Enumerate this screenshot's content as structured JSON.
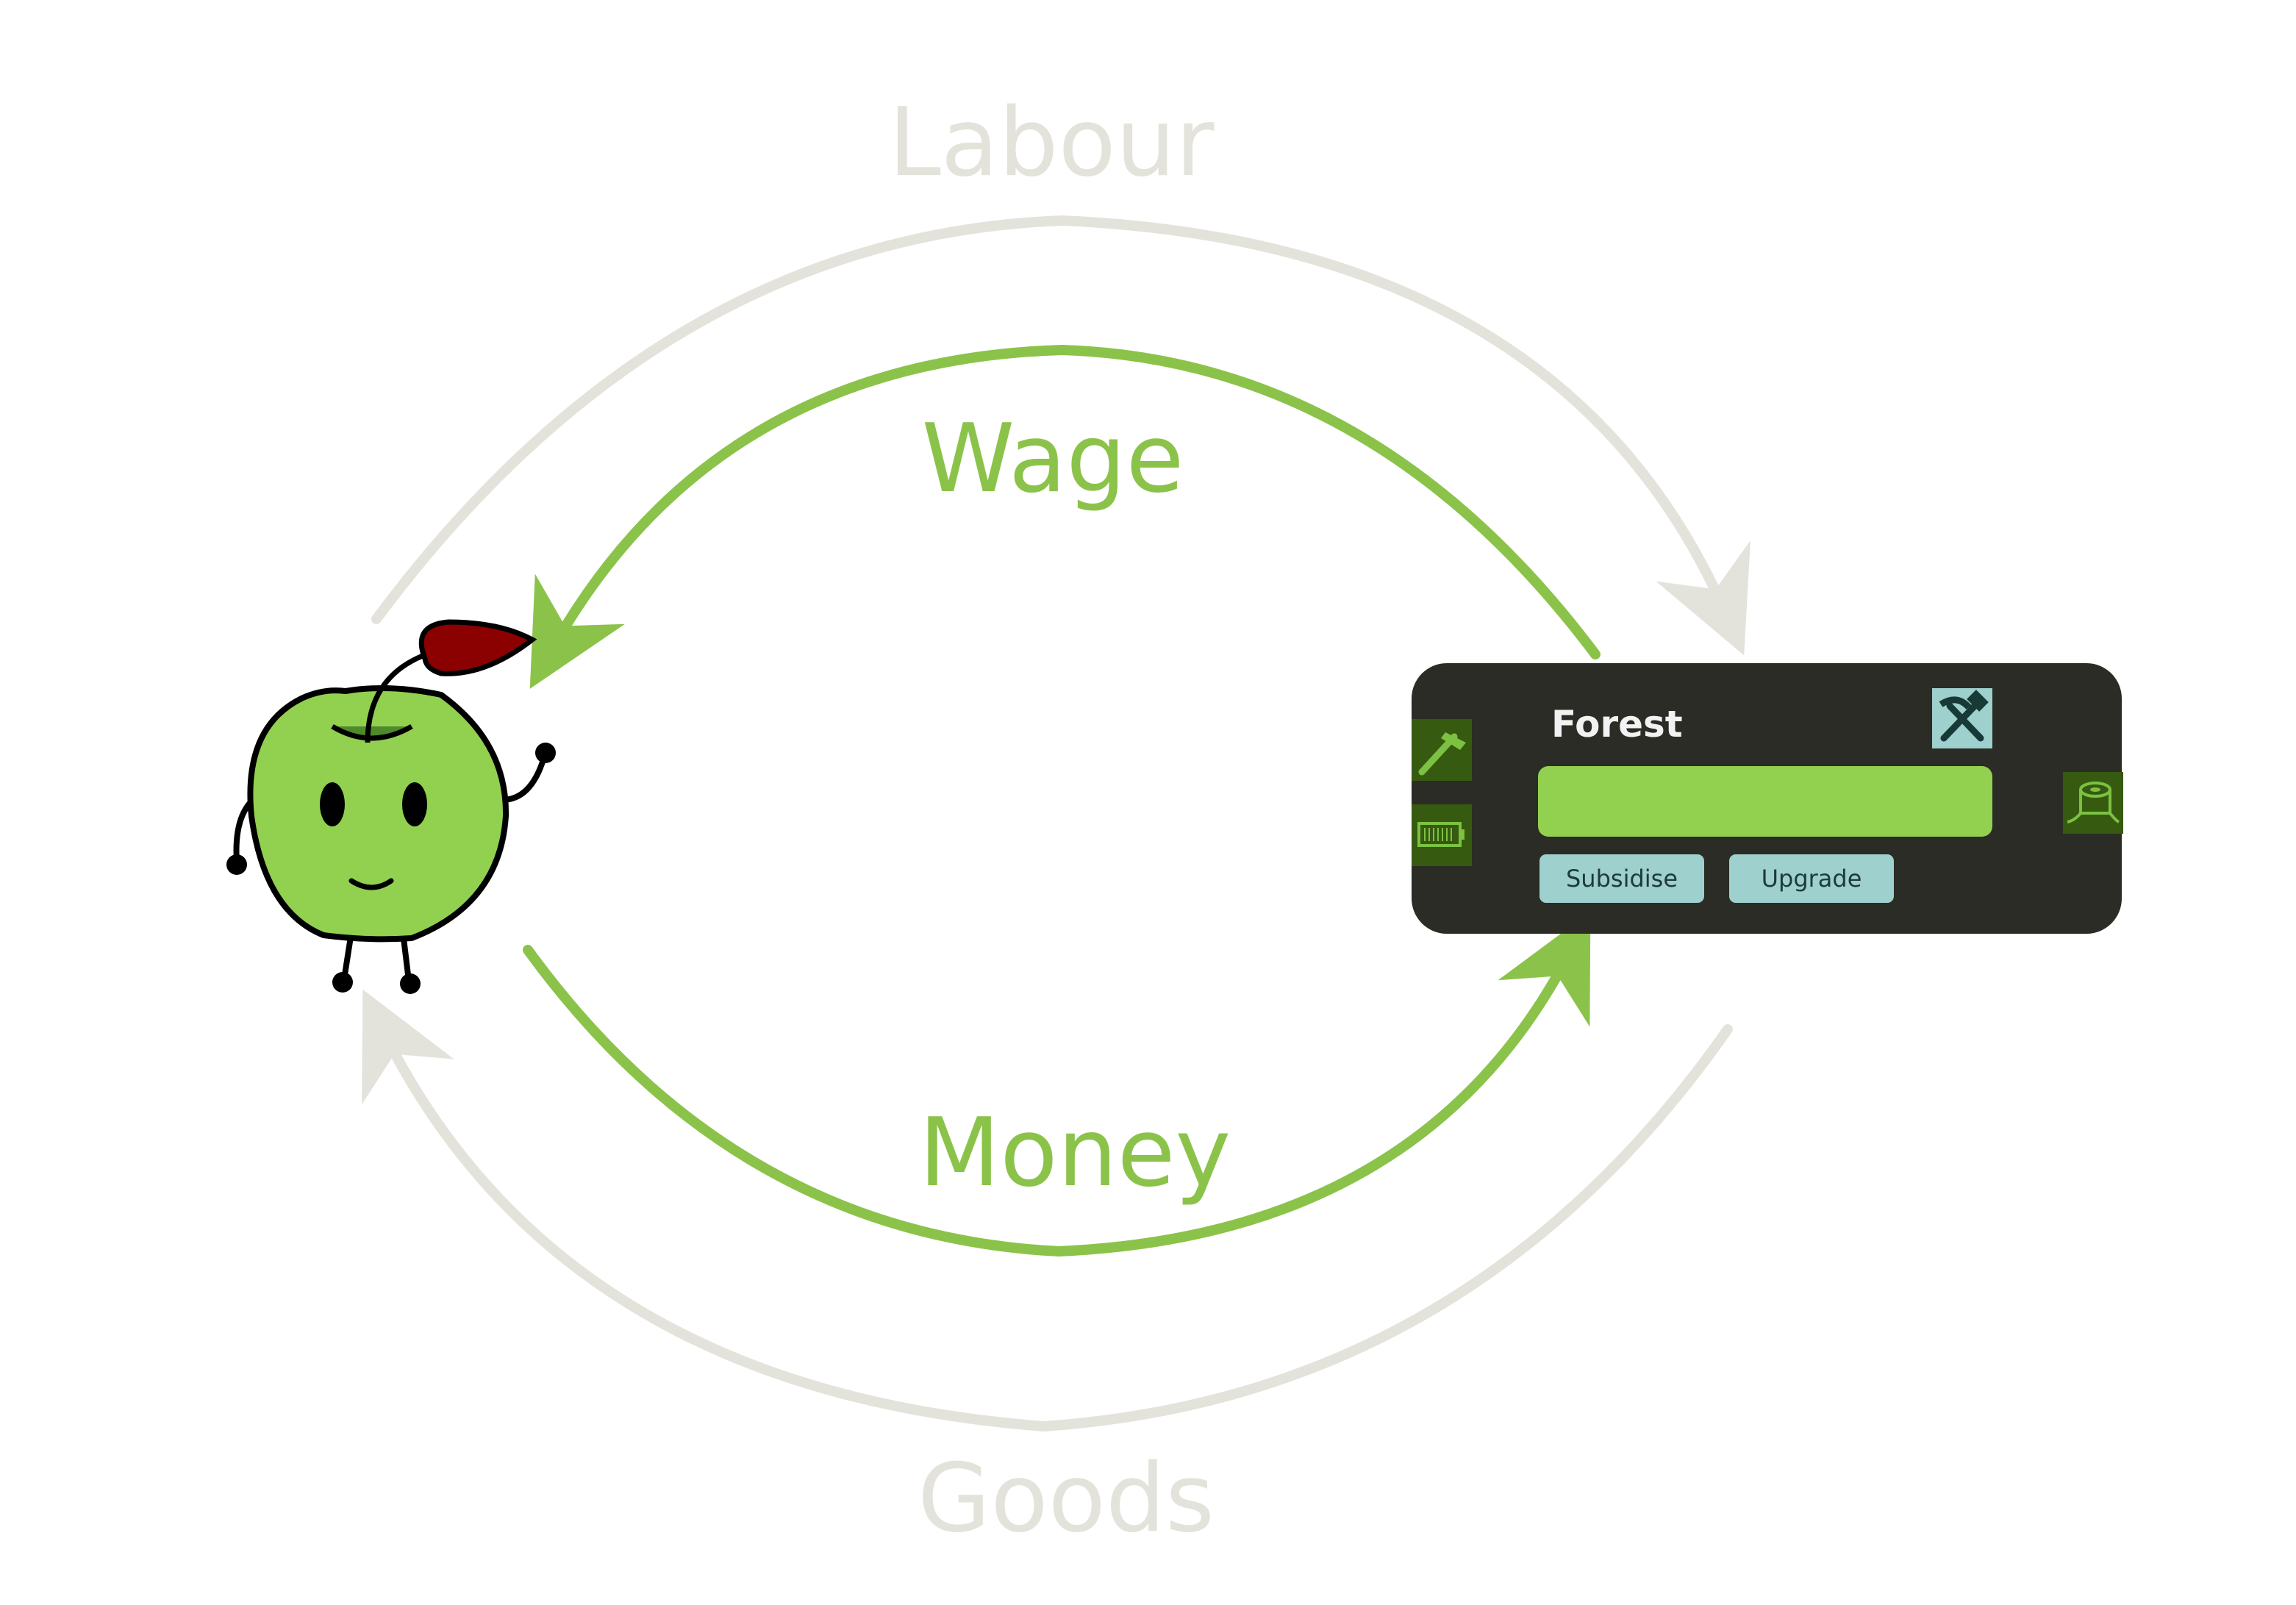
{
  "flows": {
    "labour": "Labour",
    "wage": "Wage",
    "money": "Money",
    "goods": "Goods"
  },
  "building_panel": {
    "title": "Forest",
    "progress": 1.0,
    "buttons": {
      "subsidise": "Subsidise",
      "upgrade": "Upgrade"
    },
    "icons": {
      "header": "hammer-and-pickaxe-icon",
      "left_top": "hammer-icon",
      "left_bottom": "battery-icon",
      "right": "tree-stump-icon"
    }
  },
  "colors": {
    "green": "#8bc34a",
    "light_grey": "#e3e3dc",
    "panel_bg": "#2a2c25",
    "progress_fill": "#92d050",
    "button_bg": "#9ed0cd",
    "button_text": "#1d3b3a",
    "icon_bg": "#365a10",
    "icon_fg": "#7cc142",
    "apple_body": "#92d050",
    "leaf": "#8b0000"
  }
}
